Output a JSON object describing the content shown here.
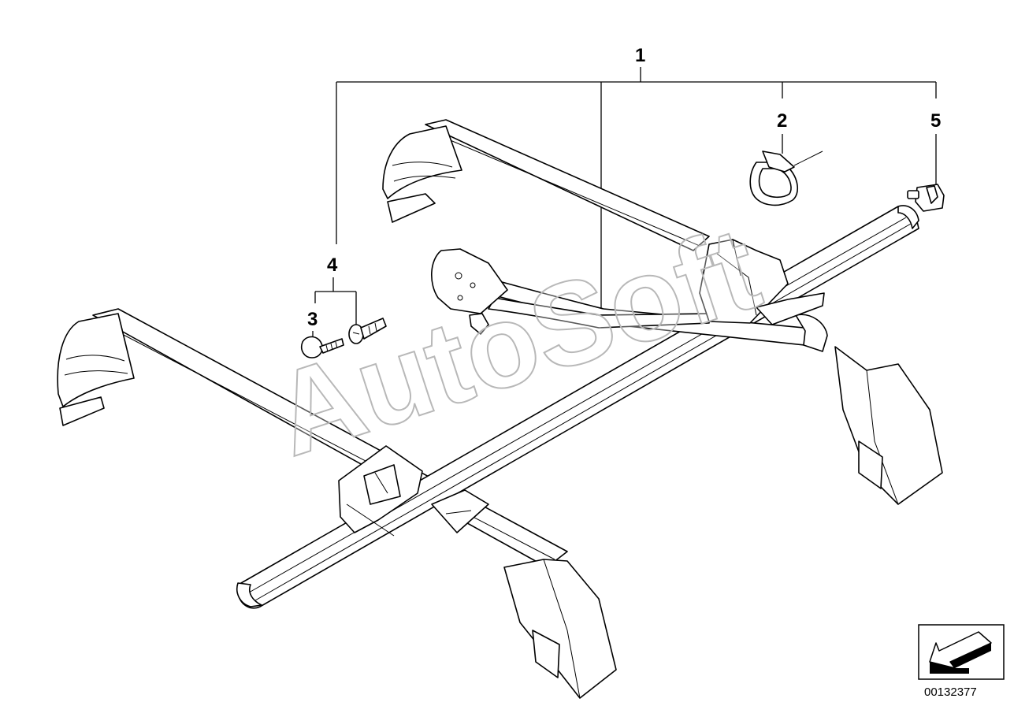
{
  "callouts": {
    "c1": "1",
    "c2": "2",
    "c3": "3",
    "c4": "4",
    "c5": "5"
  },
  "watermark": "AutoSoft",
  "document_number": "00132377",
  "icons": {
    "direction_arrow": "direction-arrow-icon"
  }
}
